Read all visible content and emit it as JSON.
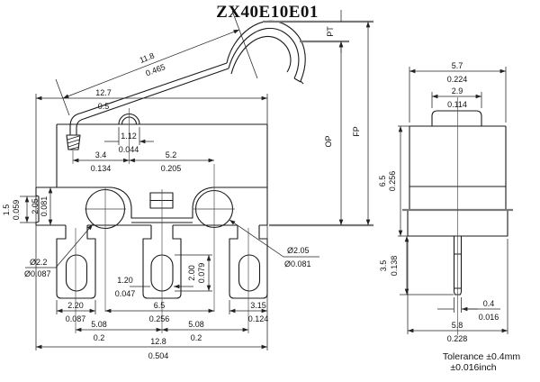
{
  "title": "ZX40E10E01",
  "labels": {
    "pt": "PT",
    "op": "OP",
    "fp": "FP"
  },
  "front": {
    "lever_len": {
      "mm": "11.8",
      "in": "0.465"
    },
    "top_w": {
      "mm": "12.7",
      "in": "0.5"
    },
    "plunger_w": {
      "mm": "1.12",
      "in": "0.044"
    },
    "tip_plunger": {
      "mm": "3.4",
      "in": "0.134"
    },
    "plunger_hole": {
      "mm": "5.2",
      "in": "0.205"
    },
    "step_h": {
      "mm": "1.5",
      "in": "0.059"
    },
    "flange_h": {
      "mm": "2.05",
      "in": "0.081"
    },
    "hole_l": {
      "mm": "Ø2.2",
      "in": "Ø0.087"
    },
    "hole_r": {
      "mm": "Ø2.05",
      "in": "Ø0.081"
    },
    "slot_w": {
      "mm": "1.20",
      "in": "0.047"
    },
    "slot_h": {
      "mm": "2.00",
      "in": "0.079"
    },
    "term_l_w": {
      "mm": "2.20",
      "in": "0.087"
    },
    "term_r_w": {
      "mm": "3.15",
      "in": "0.124"
    },
    "hole_cc": {
      "mm": "6.5",
      "in": "0.256"
    },
    "pitch_l": {
      "mm": "5.08",
      "in": "0.2"
    },
    "pitch_r": {
      "mm": "5.08",
      "in": "0.2"
    },
    "base_w": {
      "mm": "12.8",
      "in": "0.504"
    }
  },
  "side": {
    "body_w": {
      "mm": "5.7",
      "in": "0.224"
    },
    "btn_w": {
      "mm": "2.9",
      "in": "0.114"
    },
    "body_h": {
      "mm": "6.5",
      "in": "0.256"
    },
    "pin_l": {
      "mm": "3.5",
      "in": "0.138"
    },
    "pin_t": {
      "mm": "0.4",
      "in": "0.016"
    },
    "base_w": {
      "mm": "5.8",
      "in": "0.228"
    }
  },
  "tolerance": {
    "line1": "Tolerance ±0.4mm",
    "line2": "±0.016inch"
  }
}
